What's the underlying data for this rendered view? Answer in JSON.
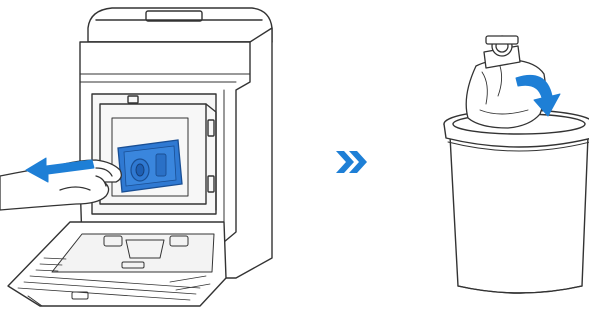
{
  "figure": {
    "steps": [
      {
        "id": "remove-dust-bag",
        "depicts": "dust-bag-being-pulled-out"
      },
      {
        "id": "dispose-dust-bag",
        "depicts": "dust-bag-into-trash-bin"
      }
    ],
    "arrow_color": "#1e7fd6",
    "bag_handle_color": "#2f79d2",
    "line_color": "#333333"
  }
}
